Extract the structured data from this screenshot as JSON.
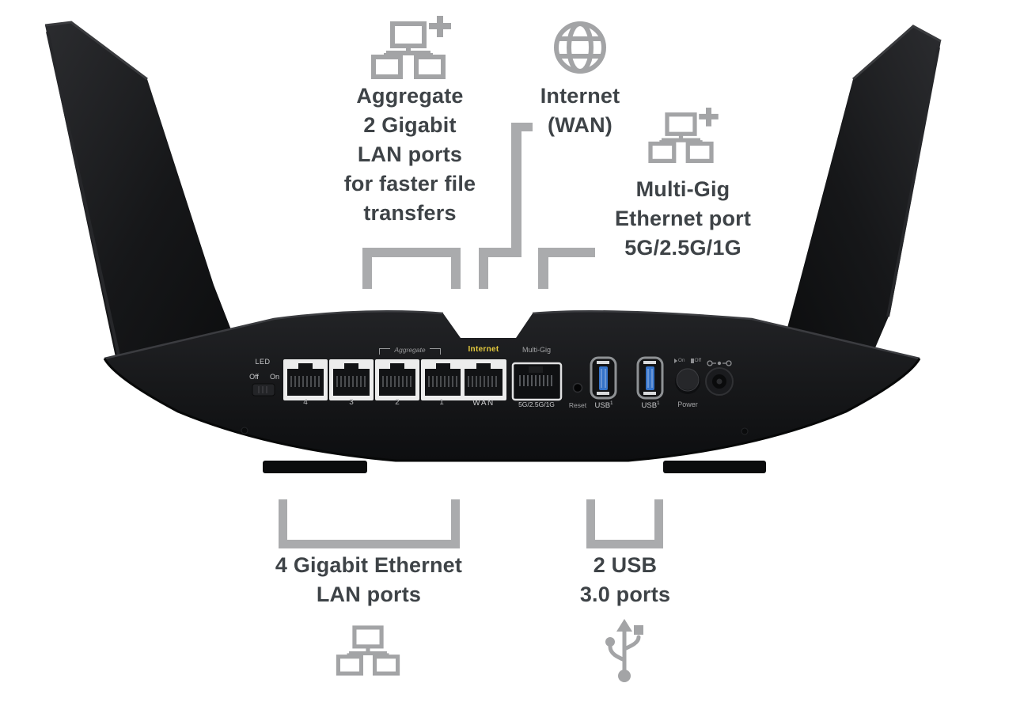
{
  "colors": {
    "background": "#ffffff",
    "callout_text": "#3e4347",
    "leader_grey": "#aaabad",
    "icon_grey": "#a3a4a6",
    "internet_yellow": "#e4ca3d",
    "usb_blue": "#3573c9",
    "router_black": "#141517"
  },
  "callouts": {
    "aggregate": {
      "icon": "network-plus-icon",
      "lines": [
        "Aggregate",
        "2 Gigabit",
        "LAN ports",
        "for faster file",
        "transfers"
      ]
    },
    "internet": {
      "icon": "globe-icon",
      "lines": [
        "Internet",
        "(WAN)"
      ]
    },
    "multi_gig": {
      "icon": "network-plus-icon",
      "lines": [
        "Multi-Gig",
        "Ethernet port",
        "5G/2.5G/1G"
      ]
    },
    "lan": {
      "icon": "network-icon",
      "lines": [
        "4 Gigabit Ethernet",
        "LAN ports"
      ]
    },
    "usb": {
      "icon": "usb-icon",
      "lines": [
        "2 USB",
        "3.0 ports"
      ]
    }
  },
  "panel": {
    "led_label": "LED",
    "led_off": "Off",
    "led_on": "On",
    "aggregate_label": "Aggregate",
    "port_numbers": [
      "4",
      "3",
      "2",
      "1"
    ],
    "internet_label": "Internet",
    "wan_label": "WAN",
    "multi_gig_label": "Multi-Gig",
    "multi_gig_speeds": "5G/2.5G/1G",
    "reset_label": "Reset",
    "usb_label": "USB",
    "usb_superscript": "1",
    "power_label": "Power",
    "power_on": "On",
    "power_off": "Off"
  }
}
